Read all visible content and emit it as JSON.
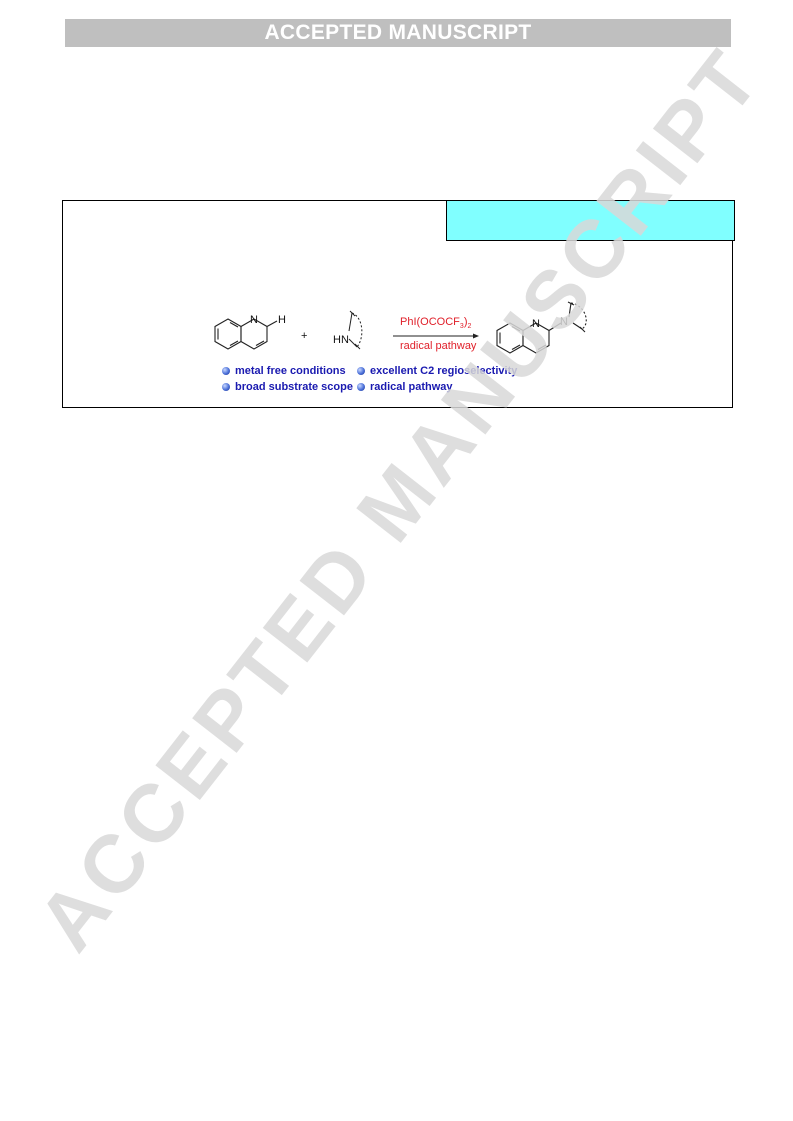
{
  "header": {
    "banner_text": "ACCEPTED MANUSCRIPT"
  },
  "watermark": {
    "text": "ACCEPTED MANUSCRIPT"
  },
  "scheme": {
    "reactant1_atom_N": "N",
    "reactant1_atom_H": "H",
    "plus": "+",
    "reactant2_label": "HN",
    "reagent": "PhI(OCOCF",
    "reagent_sub3": "3",
    "reagent_close": ")",
    "reagent_sub2": "2",
    "condition": "radical pathway",
    "product_atom_N1": "N",
    "product_atom_N2": "N",
    "colors": {
      "reagent": "#e0202a",
      "features": "#1a1ab0",
      "cyan_box": "#80ffff"
    }
  },
  "features": [
    "metal free conditions",
    "excellent C2 regioselectivity",
    "broad substrate scope",
    "radical pathway"
  ]
}
